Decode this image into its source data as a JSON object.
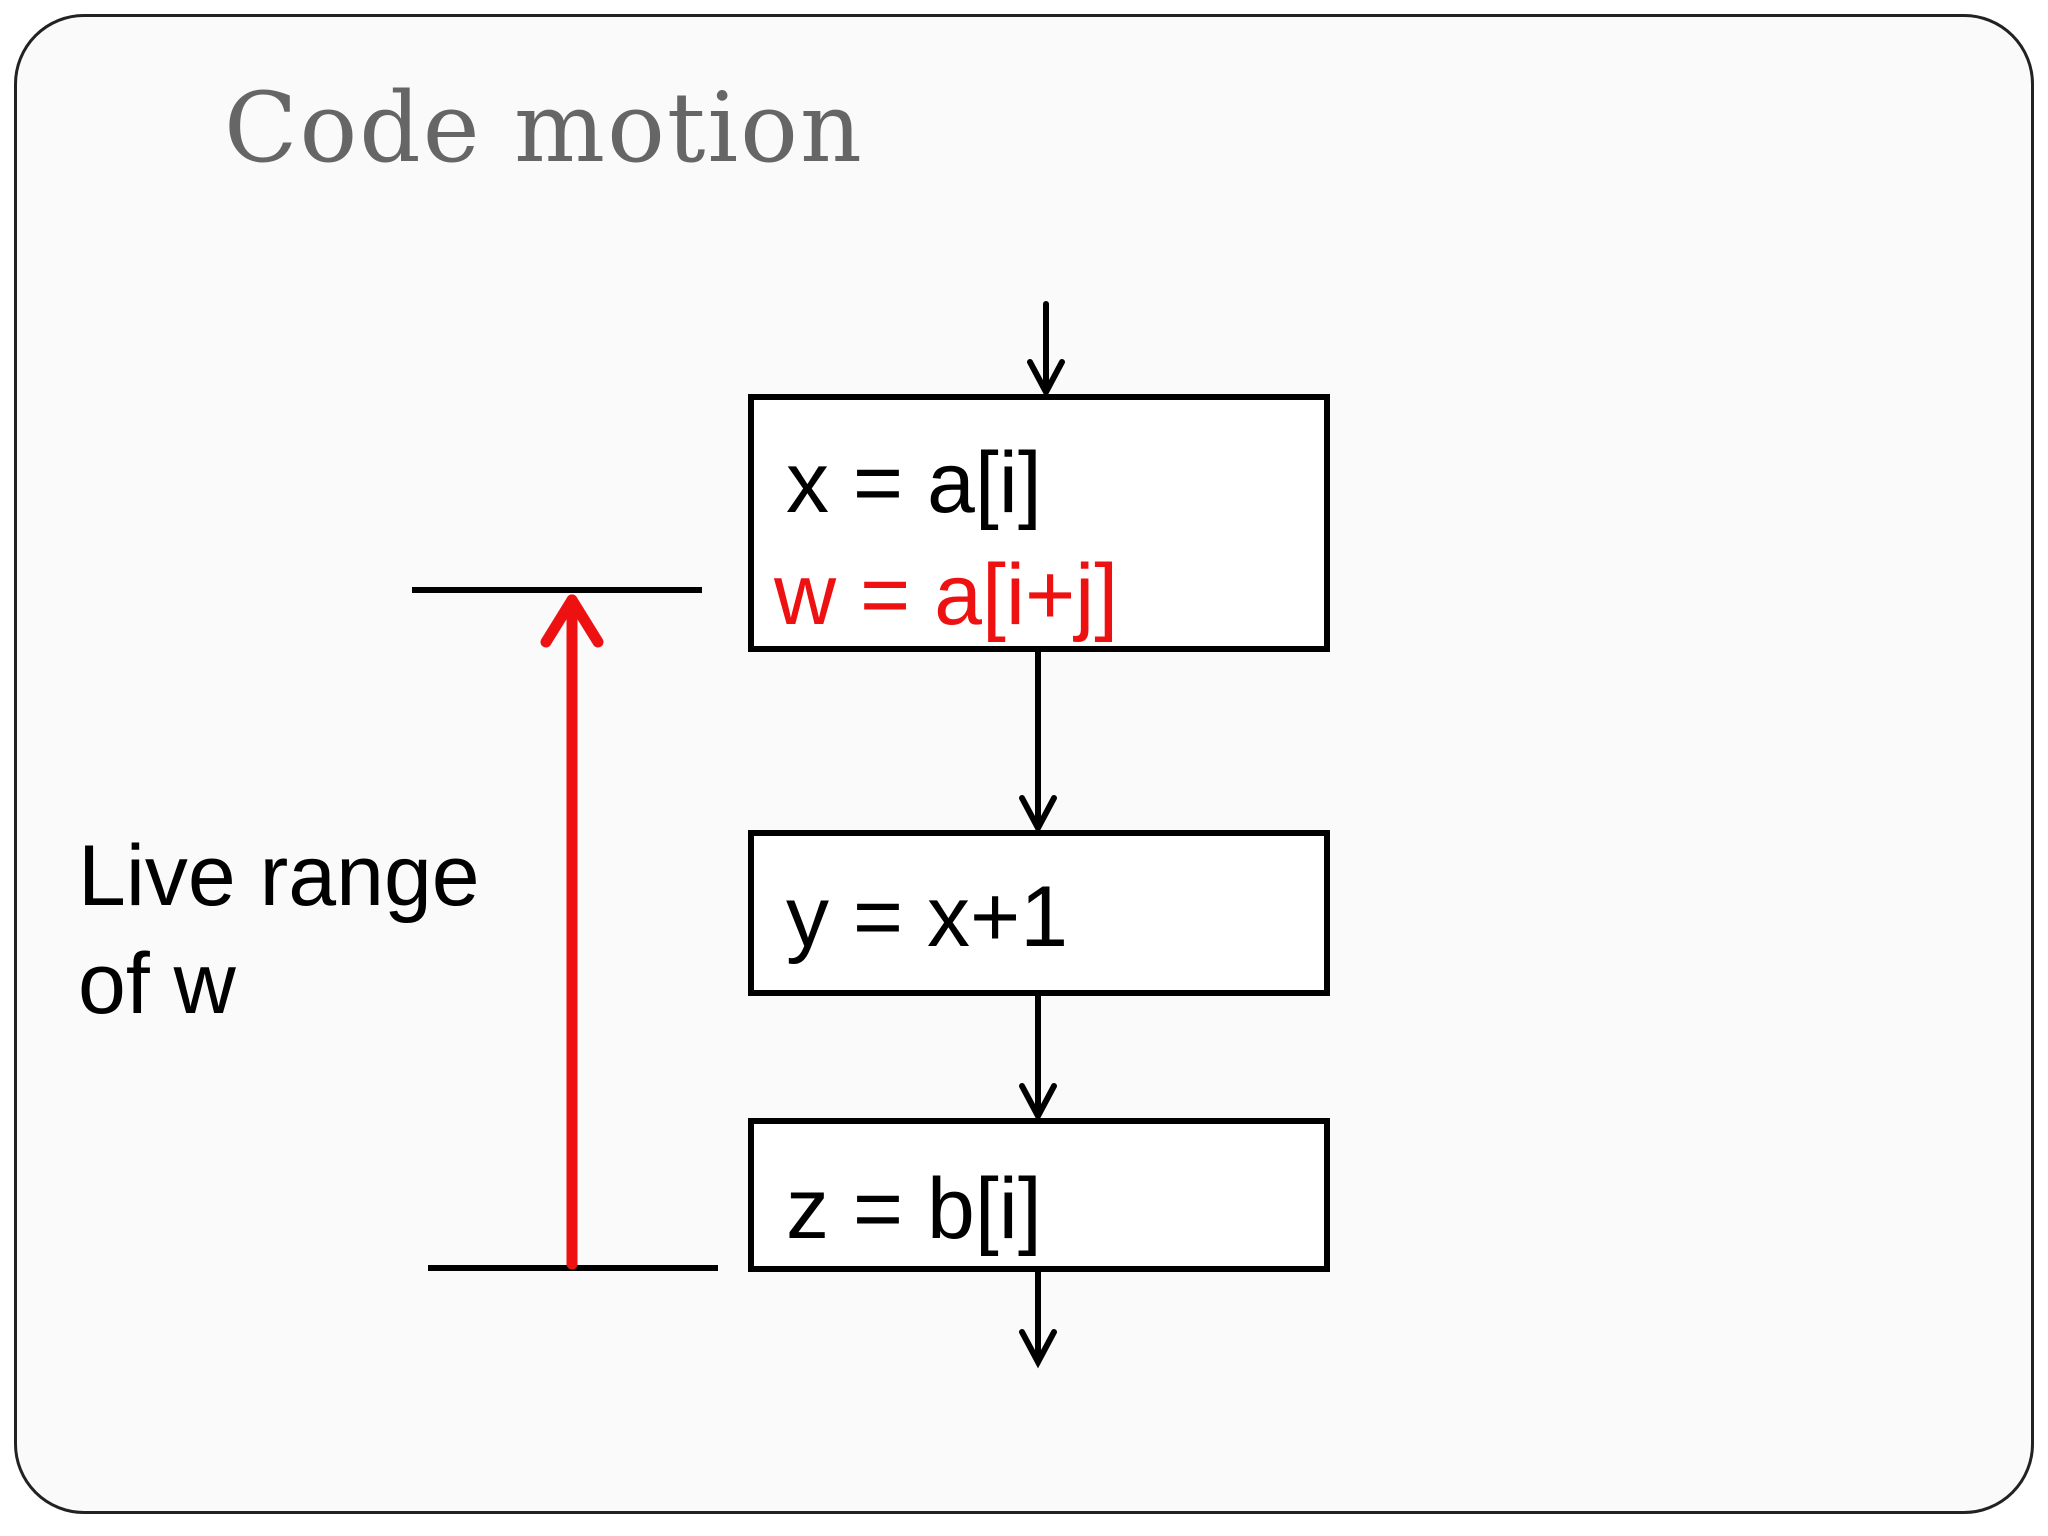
{
  "title": "Code motion",
  "blocks": [
    {
      "id": "block-1",
      "lines": [
        {
          "text": "x = a[i]",
          "color": "#000000"
        },
        {
          "text": "w = a[i+j]",
          "color": "#ee1111"
        }
      ]
    },
    {
      "id": "block-2",
      "lines": [
        {
          "text": "y = x+1",
          "color": "#000000"
        }
      ]
    },
    {
      "id": "block-3",
      "lines": [
        {
          "text": "z = b[i]",
          "color": "#000000"
        }
      ]
    }
  ],
  "live_range": {
    "label_line1": "Live range",
    "label_line2": "of w",
    "color": "#ee1111"
  }
}
